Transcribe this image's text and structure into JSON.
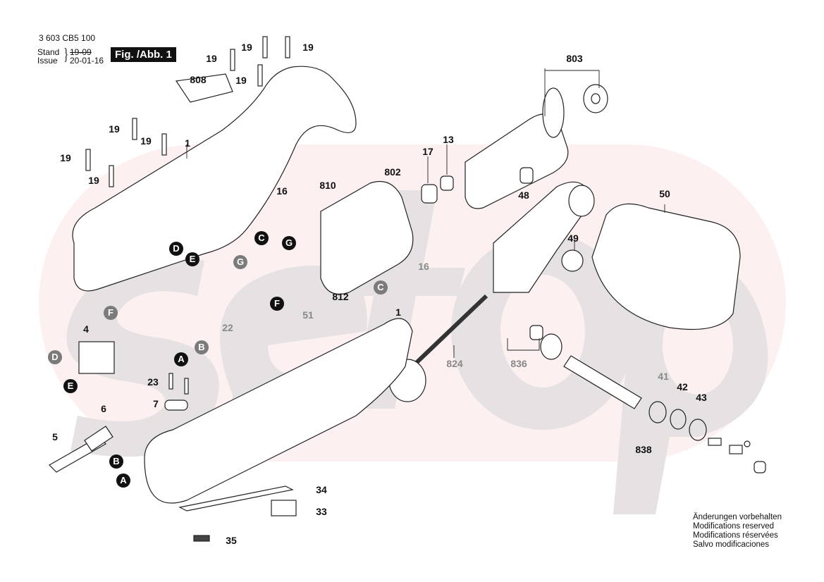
{
  "header": {
    "document_id": "3 603 CB5 100",
    "stand_label": "Stand",
    "issue_label": "Issue",
    "stand_value": "19-09",
    "issue_value": "20-01-16",
    "figure_label": "Fig. /Abb. 1"
  },
  "watermark": {
    "text": "setop"
  },
  "part_labels": {
    "p19a": "19",
    "p19b": "19",
    "p19c": "19",
    "p19d": "19",
    "p19e": "19",
    "p19f": "19",
    "p19g": "19",
    "p808": "808",
    "p1a": "1",
    "p1b": "1",
    "p16a": "16",
    "p16b": "16",
    "p810": "810",
    "p802": "802",
    "p812": "812",
    "p51": "51",
    "p17": "17",
    "p13": "13",
    "p803": "803",
    "p48": "48",
    "p50": "50",
    "p49": "49",
    "p22": "22",
    "p4": "4",
    "p23": "23",
    "p7": "7",
    "p6": "6",
    "p5": "5",
    "p824": "824",
    "p836": "836",
    "p41": "41",
    "p42": "42",
    "p43": "43",
    "p838": "838",
    "p34": "34",
    "p33": "33",
    "p35": "35"
  },
  "connection_refs": {
    "c1": "C",
    "c2": "C",
    "d1": "D",
    "d2": "D",
    "e1": "E",
    "e2": "E",
    "g1": "G",
    "g2": "G",
    "f1": "F",
    "f2": "F",
    "a1": "A",
    "a2": "A",
    "b1": "B",
    "b2": "B"
  },
  "footer_notes": [
    "Änderungen vorbehalten",
    "Modifications reserved",
    "Modifications réservées",
    "Salvo modificaciones"
  ]
}
